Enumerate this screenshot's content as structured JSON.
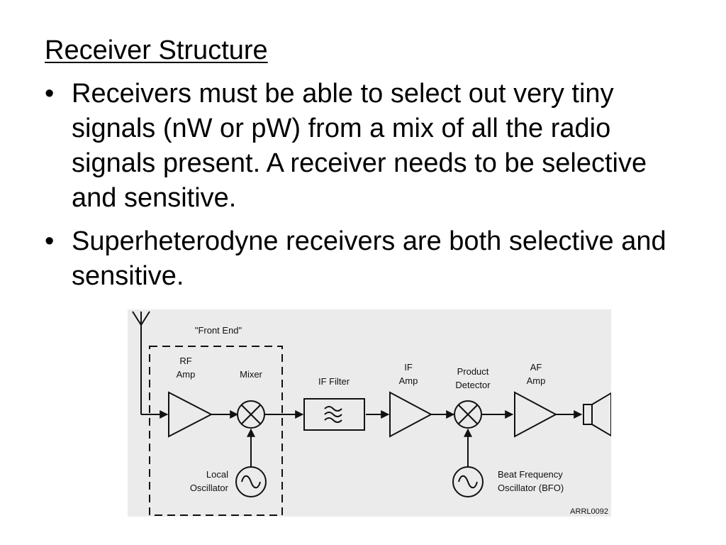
{
  "slide": {
    "title": "Receiver Structure",
    "bullets": [
      "Receivers must be able to select out very tiny signals (nW or pW) from a mix of all the radio signals present.  A receiver needs to be selective and sensitive.",
      "Superheterodyne receivers are both selective and sensitive."
    ],
    "bullet_symbol": "•"
  },
  "diagram": {
    "front_end_label": "\"Front End\"",
    "rf_amp": [
      "RF",
      "Amp"
    ],
    "mixer": "Mixer",
    "if_filter": "IF Filter",
    "if_amp": [
      "IF",
      "Amp"
    ],
    "product_detector": [
      "Product",
      "Detector"
    ],
    "af_amp": [
      "AF",
      "Amp"
    ],
    "local_oscillator": [
      "Local",
      "Oscillator"
    ],
    "bfo": [
      "Beat Frequency",
      "Oscillator (BFO)"
    ],
    "figure_id": "ARRL0092",
    "colors": {
      "background": "#ebebeb",
      "stroke": "#111111"
    }
  }
}
